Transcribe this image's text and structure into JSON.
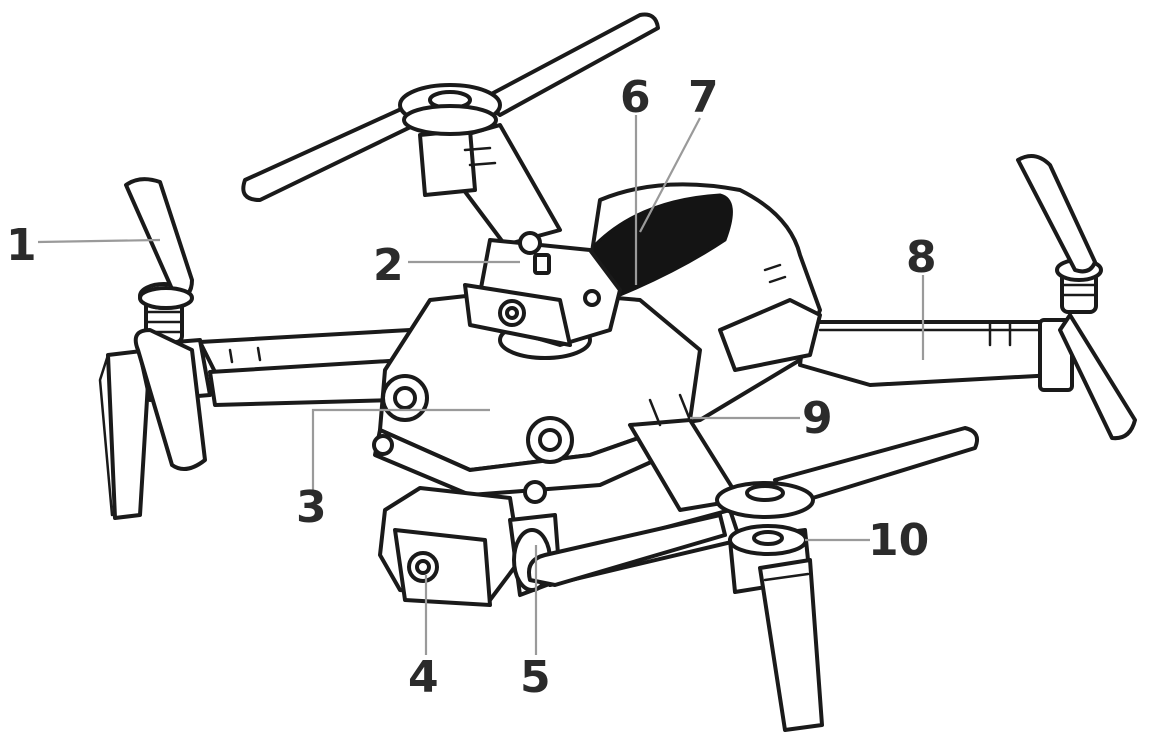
{
  "diagram": {
    "callouts": [
      {
        "id": "1",
        "label": "1"
      },
      {
        "id": "2",
        "label": "2"
      },
      {
        "id": "3",
        "label": "3"
      },
      {
        "id": "4",
        "label": "4"
      },
      {
        "id": "5",
        "label": "5"
      },
      {
        "id": "6",
        "label": "6"
      },
      {
        "id": "7",
        "label": "7"
      },
      {
        "id": "8",
        "label": "8"
      },
      {
        "id": "9",
        "label": "9"
      },
      {
        "id": "10",
        "label": "10"
      }
    ],
    "colors": {
      "line": "#1a1a1a",
      "leader": "#9a9a9a",
      "label": "#2b2b2b",
      "background": "#ffffff"
    }
  }
}
